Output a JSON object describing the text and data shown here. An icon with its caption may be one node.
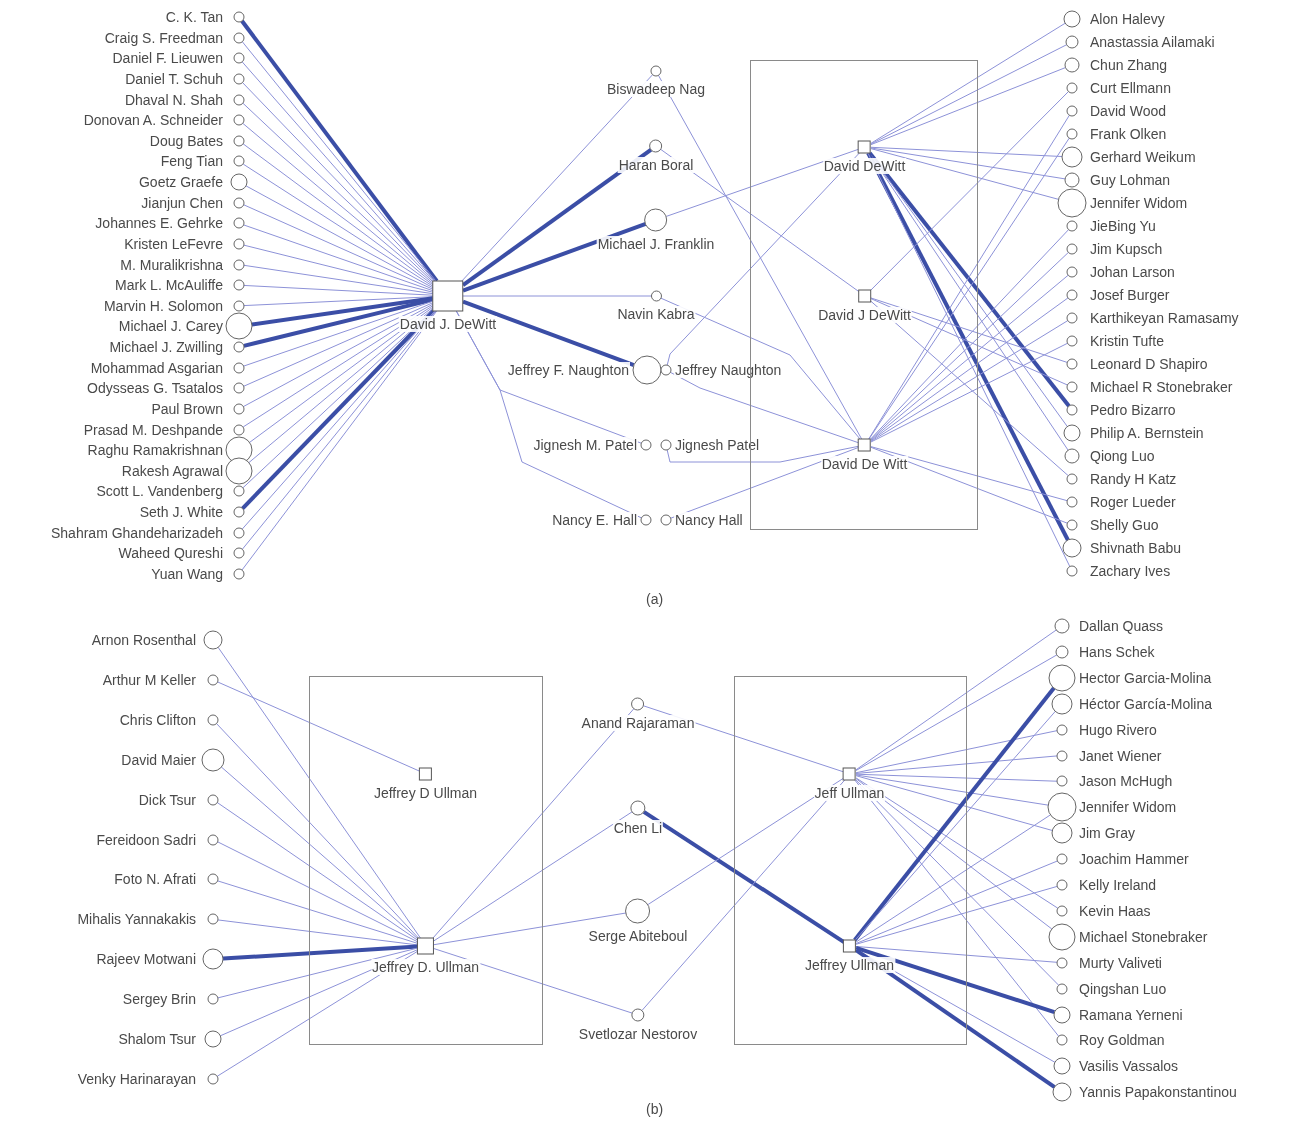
{
  "diagram": {
    "nodes": [
      {
        "text": [
          "C. K. Tan"
        ]
      },
      {
        "text": [
          "Craig S. Freedman"
        ]
      },
      {
        "text": [
          "Daniel F. Lieuwen"
        ]
      },
      {
        "text": [
          "Daniel T. Schuh"
        ]
      },
      {
        "text": [
          "Dhaval N. Shah"
        ]
      },
      {
        "text": [
          "Donovan A. Schneider"
        ]
      },
      {
        "text": [
          "Doug Bates"
        ]
      },
      {
        "text": [
          "Feng Tian"
        ]
      },
      {
        "text": [
          "Goetz Graefe"
        ]
      },
      {
        "text": [
          "Jianjun Chen"
        ]
      },
      {
        "text": [
          "Johannes E. Gehrke"
        ]
      },
      {
        "text": [
          "Kristen LeFevre"
        ]
      },
      {
        "text": [
          "M. Muralikrishna"
        ]
      },
      {
        "text": [
          "Mark L. McAuliffe"
        ]
      },
      {
        "text": [
          "Marvin H. Solomon"
        ]
      },
      {
        "text": [
          "Michael J. Carey"
        ]
      },
      {
        "text": [
          "Michael J. Zwilling"
        ]
      },
      {
        "text": [
          "Mohammad Asgarian"
        ]
      },
      {
        "text": [
          "Odysseas G. Tsatalos"
        ]
      },
      {
        "text": [
          "Paul Brown"
        ]
      },
      {
        "text": [
          "Prasad M. Deshpande"
        ]
      },
      {
        "text": [
          "Raghu Ramakrishnan"
        ]
      },
      {
        "text": [
          "Rakesh Agrawal"
        ]
      },
      {
        "text": [
          "Scott L. Vandenberg"
        ]
      },
      {
        "text": [
          "Seth J. White"
        ]
      },
      {
        "text": [
          "Shahram Ghandeharizadeh"
        ]
      },
      {
        "text": [
          "Waheed Qureshi"
        ]
      },
      {
        "text": [
          "Yuan Wang"
        ]
      },
      {
        "text": [
          "David J. DeWitt"
        ]
      },
      {
        "text": [
          "Biswadeep Nag"
        ]
      },
      {
        "text": [
          "Haran Boral"
        ]
      },
      {
        "text": [
          "Michael J. Franklin"
        ]
      },
      {
        "text": [
          "Navin Kabra"
        ]
      },
      {
        "text": [
          "Jeffrey F. Naughton"
        ]
      },
      {
        "text": [
          "Jeffrey Naughton"
        ]
      },
      {
        "text": [
          "Jignesh M. Patel"
        ]
      },
      {
        "text": [
          "Jignesh Patel"
        ]
      },
      {
        "text": [
          "Nancy E. Hall"
        ]
      },
      {
        "text": [
          "Nancy Hall"
        ]
      },
      {
        "text": [],
        "shape": "box"
      },
      {
        "text": [
          "David DeWitt"
        ],
        "in": 39
      },
      {
        "text": [
          "David J DeWitt"
        ],
        "in": 39
      },
      {
        "text": [
          "David De Witt"
        ],
        "in": 39
      },
      {
        "text": [
          "Alon Halevy"
        ]
      },
      {
        "text": [
          "Anastassia Ailamaki"
        ]
      },
      {
        "text": [
          "Chun Zhang"
        ]
      },
      {
        "text": [
          "Curt Ellmann"
        ]
      },
      {
        "text": [
          "David Wood"
        ]
      },
      {
        "text": [
          "Frank Olken"
        ]
      },
      {
        "text": [
          "Gerhard Weikum"
        ]
      },
      {
        "text": [
          "Guy Lohman"
        ]
      },
      {
        "text": [
          "Jennifer Widom"
        ]
      },
      {
        "text": [
          "JieBing Yu"
        ]
      },
      {
        "text": [
          "Jim Kupsch"
        ]
      },
      {
        "text": [
          "Johan Larson"
        ]
      },
      {
        "text": [
          "Josef Burger"
        ]
      },
      {
        "text": [
          "Karthikeyan Ramasamy"
        ]
      },
      {
        "text": [
          "Kristin Tufte"
        ]
      },
      {
        "text": [
          "Leonard D Shapiro"
        ]
      },
      {
        "text": [
          "Michael R Stonebraker"
        ]
      },
      {
        "text": [
          "Pedro Bizarro"
        ]
      },
      {
        "text": [
          "Philip A. Bernstein"
        ]
      },
      {
        "text": [
          "Qiong Luo"
        ]
      },
      {
        "text": [
          "Randy H Katz"
        ]
      },
      {
        "text": [
          "Roger Lueder"
        ]
      },
      {
        "text": [
          "Shelly Guo"
        ]
      },
      {
        "text": [
          "Shivnath Babu"
        ]
      },
      {
        "text": [
          "Zachary Ives"
        ]
      },
      {
        "text": [
          "Arnon Rosenthal"
        ]
      },
      {
        "text": [
          "Arthur M Keller"
        ]
      },
      {
        "text": [
          "Chris Clifton"
        ]
      },
      {
        "text": [
          "David Maier"
        ]
      },
      {
        "text": [
          "Dick Tsur"
        ]
      },
      {
        "text": [
          "Fereidoon Sadri"
        ]
      },
      {
        "text": [
          "Foto N. Afrati"
        ]
      },
      {
        "text": [
          "Mihalis Yannakakis"
        ]
      },
      {
        "text": [
          "Rajeev Motwani"
        ]
      },
      {
        "text": [
          "Sergey Brin"
        ]
      },
      {
        "text": [
          "Shalom Tsur"
        ]
      },
      {
        "text": [
          "Venky Harinarayan"
        ]
      },
      {
        "text": [],
        "shape": "box"
      },
      {
        "text": [
          "Jeffrey D Ullman"
        ],
        "in": 80
      },
      {
        "text": [
          "Jeffrey D. Ullman"
        ],
        "in": 80
      },
      {
        "text": [
          "Anand Rajaraman"
        ]
      },
      {
        "text": [
          "Chen Li"
        ]
      },
      {
        "text": [
          "Serge Abiteboul"
        ]
      },
      {
        "text": [
          "Svetlozar Nestorov"
        ]
      },
      {
        "text": [],
        "shape": "box"
      },
      {
        "text": [
          "Jeff Ullman"
        ],
        "in": 87
      },
      {
        "text": [
          "Jeffrey Ullman"
        ],
        "in": 87
      },
      {
        "text": [
          "Dallan Quass"
        ]
      },
      {
        "text": [
          "Hans Schek"
        ]
      },
      {
        "text": [
          "Hector Garcia-Molina"
        ]
      },
      {
        "text": [
          "Héctor García-Molina"
        ]
      },
      {
        "text": [
          "Hugo Rivero"
        ]
      },
      {
        "text": [
          "Janet Wiener"
        ]
      },
      {
        "text": [
          "Jason McHugh"
        ]
      },
      {
        "text": [
          "Jennifer Widom"
        ]
      },
      {
        "text": [
          "Jim Gray"
        ]
      },
      {
        "text": [
          "Joachim Hammer"
        ]
      },
      {
        "text": [
          "Kelly Ireland"
        ]
      },
      {
        "text": [
          "Kevin Haas"
        ]
      },
      {
        "text": [
          "Michael Stonebraker"
        ]
      },
      {
        "text": [
          "Murty Valiveti"
        ]
      },
      {
        "text": [
          "Qingshan Luo"
        ]
      },
      {
        "text": [
          "Ramana Yerneni"
        ]
      },
      {
        "text": [
          "Roy Goldman"
        ]
      },
      {
        "text": [
          "Vasilis Vassalos"
        ]
      },
      {
        "text": [
          "Yannis Papakonstantinou"
        ]
      }
    ],
    "edges": [
      {
        "from": 0,
        "to": 28,
        "arrow": "none",
        "style": "thick",
        "color": "#3b4ea6"
      },
      {
        "from": 1,
        "to": 28,
        "arrow": "none"
      },
      {
        "from": 2,
        "to": 28,
        "arrow": "none"
      },
      {
        "from": 3,
        "to": 28,
        "arrow": "none"
      },
      {
        "from": 4,
        "to": 28,
        "arrow": "none"
      },
      {
        "from": 5,
        "to": 28,
        "arrow": "none"
      },
      {
        "from": 6,
        "to": 28,
        "arrow": "none"
      },
      {
        "from": 7,
        "to": 28,
        "arrow": "none"
      },
      {
        "from": 8,
        "to": 28,
        "arrow": "none"
      },
      {
        "from": 9,
        "to": 28,
        "arrow": "none"
      },
      {
        "from": 10,
        "to": 28,
        "arrow": "none"
      },
      {
        "from": 11,
        "to": 28,
        "arrow": "none"
      },
      {
        "from": 12,
        "to": 28,
        "arrow": "none"
      },
      {
        "from": 13,
        "to": 28,
        "arrow": "none"
      },
      {
        "from": 14,
        "to": 28,
        "arrow": "none"
      },
      {
        "from": 15,
        "to": 28,
        "arrow": "none",
        "style": "thick",
        "color": "#3b4ea6"
      },
      {
        "from": 16,
        "to": 28,
        "arrow": "none",
        "style": "thick",
        "color": "#3b4ea6"
      },
      {
        "from": 17,
        "to": 28,
        "arrow": "none"
      },
      {
        "from": 18,
        "to": 28,
        "arrow": "none"
      },
      {
        "from": 19,
        "to": 28,
        "arrow": "none"
      },
      {
        "from": 20,
        "to": 28,
        "arrow": "none"
      },
      {
        "from": 21,
        "to": 28,
        "arrow": "none"
      },
      {
        "from": 22,
        "to": 28,
        "arrow": "none"
      },
      {
        "from": 23,
        "to": 28,
        "arrow": "none"
      },
      {
        "from": 24,
        "to": 28,
        "arrow": "none",
        "style": "thick",
        "color": "#3b4ea6"
      },
      {
        "from": 25,
        "to": 28,
        "arrow": "none"
      },
      {
        "from": 26,
        "to": 28,
        "arrow": "none"
      },
      {
        "from": 27,
        "to": 28,
        "arrow": "none"
      },
      {
        "from": 28,
        "to": 29,
        "arrow": "none"
      },
      {
        "from": 28,
        "to": 30,
        "arrow": "none",
        "style": "thick",
        "color": "#3b4ea6"
      },
      {
        "from": 28,
        "to": 31,
        "arrow": "none",
        "style": "thick",
        "color": "#3b4ea6"
      },
      {
        "from": 28,
        "to": 32,
        "arrow": "none"
      },
      {
        "from": 28,
        "to": 33,
        "arrow": "none",
        "style": "thick",
        "color": "#3b4ea6"
      },
      {
        "from": 28,
        "to": 35,
        "arrow": "none"
      },
      {
        "from": 28,
        "to": 37,
        "arrow": "none"
      },
      {
        "from": 29,
        "to": 42,
        "arrow": "none"
      },
      {
        "from": 30,
        "to": 41,
        "arrow": "none"
      },
      {
        "from": 31,
        "to": 40,
        "arrow": "none"
      },
      {
        "from": 32,
        "to": 42,
        "arrow": "none"
      },
      {
        "from": 34,
        "to": 40,
        "arrow": "none"
      },
      {
        "from": 34,
        "to": 42,
        "arrow": "none"
      },
      {
        "from": 36,
        "to": 42,
        "arrow": "none"
      },
      {
        "from": 38,
        "to": 42,
        "arrow": "none"
      },
      {
        "from": 40,
        "to": 43,
        "arrow": "none"
      },
      {
        "from": 40,
        "to": 44,
        "arrow": "none"
      },
      {
        "from": 40,
        "to": 45,
        "arrow": "none"
      },
      {
        "from": 40,
        "to": 49,
        "arrow": "none"
      },
      {
        "from": 40,
        "to": 50,
        "arrow": "none"
      },
      {
        "from": 40,
        "to": 51,
        "arrow": "none"
      },
      {
        "from": 40,
        "to": 60,
        "arrow": "none",
        "style": "thick",
        "color": "#3b4ea6"
      },
      {
        "from": 40,
        "to": 61,
        "arrow": "none"
      },
      {
        "from": 40,
        "to": 62,
        "arrow": "none"
      },
      {
        "from": 40,
        "to": 66,
        "arrow": "none",
        "style": "thick",
        "color": "#3b4ea6"
      },
      {
        "from": 40,
        "to": 67,
        "arrow": "none"
      },
      {
        "from": 41,
        "to": 46,
        "arrow": "none"
      },
      {
        "from": 41,
        "to": 58,
        "arrow": "none"
      },
      {
        "from": 41,
        "to": 59,
        "arrow": "none"
      },
      {
        "from": 41,
        "to": 63,
        "arrow": "none"
      },
      {
        "from": 42,
        "to": 47,
        "arrow": "none"
      },
      {
        "from": 42,
        "to": 48,
        "arrow": "none"
      },
      {
        "from": 42,
        "to": 52,
        "arrow": "none"
      },
      {
        "from": 42,
        "to": 53,
        "arrow": "none"
      },
      {
        "from": 42,
        "to": 54,
        "arrow": "none"
      },
      {
        "from": 42,
        "to": 55,
        "arrow": "none"
      },
      {
        "from": 42,
        "to": 56,
        "arrow": "none"
      },
      {
        "from": 42,
        "to": 57,
        "arrow": "none"
      },
      {
        "from": 42,
        "to": 64,
        "arrow": "none"
      },
      {
        "from": 42,
        "to": 65,
        "arrow": "none"
      },
      {
        "from": 68,
        "to": 82,
        "arrow": "none"
      },
      {
        "from": 69,
        "to": 81,
        "arrow": "none"
      },
      {
        "from": 70,
        "to": 82,
        "arrow": "none"
      },
      {
        "from": 71,
        "to": 82,
        "arrow": "none"
      },
      {
        "from": 72,
        "to": 82,
        "arrow": "none"
      },
      {
        "from": 73,
        "to": 82,
        "arrow": "none"
      },
      {
        "from": 74,
        "to": 82,
        "arrow": "none"
      },
      {
        "from": 75,
        "to": 82,
        "arrow": "none"
      },
      {
        "from": 76,
        "to": 82,
        "arrow": "none",
        "style": "thick",
        "color": "#3b4ea6"
      },
      {
        "from": 77,
        "to": 82,
        "arrow": "none"
      },
      {
        "from": 78,
        "to": 82,
        "arrow": "none"
      },
      {
        "from": 79,
        "to": 82,
        "arrow": "none"
      },
      {
        "from": 82,
        "to": 83,
        "arrow": "none"
      },
      {
        "from": 82,
        "to": 84,
        "arrow": "none"
      },
      {
        "from": 82,
        "to": 85,
        "arrow": "none"
      },
      {
        "from": 82,
        "to": 86,
        "arrow": "none"
      },
      {
        "from": 83,
        "to": 88,
        "arrow": "none"
      },
      {
        "from": 84,
        "to": 89,
        "arrow": "none",
        "style": "thick",
        "color": "#3b4ea6"
      },
      {
        "from": 85,
        "to": 88,
        "arrow": "none"
      },
      {
        "from": 86,
        "to": 88,
        "arrow": "none"
      },
      {
        "from": 88,
        "to": 90,
        "arrow": "none"
      },
      {
        "from": 88,
        "to": 91,
        "arrow": "none"
      },
      {
        "from": 88,
        "to": 94,
        "arrow": "none"
      },
      {
        "from": 88,
        "to": 95,
        "arrow": "none"
      },
      {
        "from": 88,
        "to": 96,
        "arrow": "none"
      },
      {
        "from": 88,
        "to": 97,
        "arrow": "none"
      },
      {
        "from": 88,
        "to": 98,
        "arrow": "none"
      },
      {
        "from": 88,
        "to": 101,
        "arrow": "none"
      },
      {
        "from": 88,
        "to": 102,
        "arrow": "none"
      },
      {
        "from": 88,
        "to": 104,
        "arrow": "none"
      },
      {
        "from": 88,
        "to": 106,
        "arrow": "none"
      },
      {
        "from": 89,
        "to": 92,
        "arrow": "none",
        "style": "thick",
        "color": "#3b4ea6"
      },
      {
        "from": 89,
        "to": 93,
        "arrow": "none"
      },
      {
        "from": 89,
        "to": 97,
        "arrow": "none"
      },
      {
        "from": 89,
        "to": 99,
        "arrow": "none"
      },
      {
        "from": 89,
        "to": 100,
        "arrow": "none"
      },
      {
        "from": 89,
        "to": 103,
        "arrow": "none"
      },
      {
        "from": 89,
        "to": 105,
        "arrow": "none",
        "style": "thick",
        "color": "#3b4ea6"
      },
      {
        "from": 89,
        "to": 107,
        "arrow": "none"
      },
      {
        "from": 89,
        "to": 108,
        "arrow": "none",
        "style": "thick",
        "color": "#3b4ea6"
      }
    ],
    "labels": [
      "(a)",
      "(b)"
    ]
  }
}
